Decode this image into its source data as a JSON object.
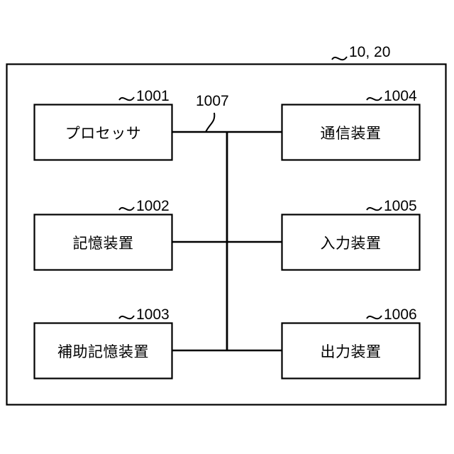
{
  "figure": {
    "outer_frame_ref": "10, 20",
    "bus_ref": "1007",
    "blocks": [
      {
        "ref": "1001",
        "label": "プロセッサ"
      },
      {
        "ref": "1002",
        "label": "記憶装置"
      },
      {
        "ref": "1003",
        "label": "補助記憶装置"
      },
      {
        "ref": "1004",
        "label": "通信装置"
      },
      {
        "ref": "1005",
        "label": "入力装置"
      },
      {
        "ref": "1006",
        "label": "出力装置"
      }
    ],
    "colors": {
      "line": "#000000",
      "background": "#ffffff",
      "text": "#000000"
    }
  }
}
